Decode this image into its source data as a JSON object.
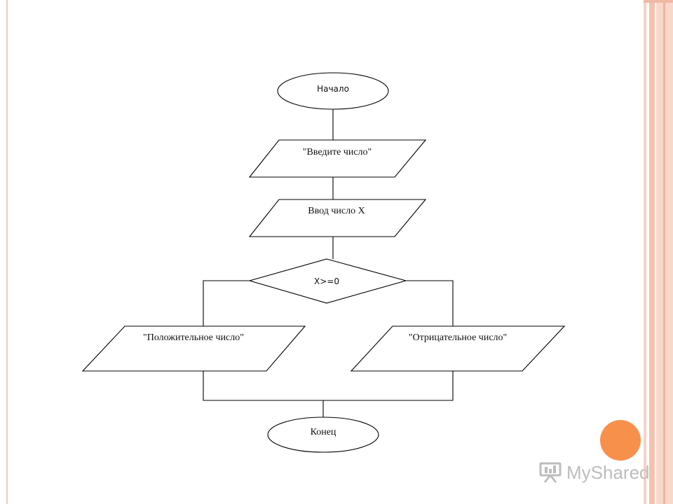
{
  "flowchart": {
    "start": "Начало",
    "prompt_output": "\"Введите число\"",
    "input": "Ввод число X",
    "condition": "X>=0",
    "branch_yes_output": "\"Положительное число\"",
    "branch_no_output": "\"Отрицательное число\"",
    "end": "Конец"
  },
  "watermark": {
    "text": "MyShared",
    "icon": "presentation-board-icon"
  },
  "colors": {
    "frame": "#f3c2ae",
    "accent_dot": "#f7904b",
    "watermark": "#bdbdbd",
    "stroke": "#000000"
  }
}
